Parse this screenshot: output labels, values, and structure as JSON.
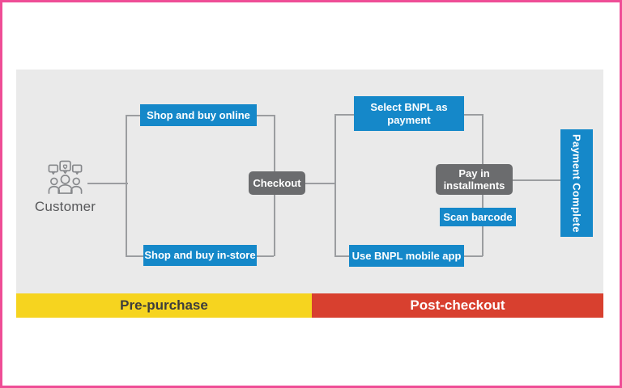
{
  "diagram": {
    "customer_label": "Customer",
    "nodes": {
      "shop_online": "Shop and buy online",
      "shop_instore": "Shop and buy in-store",
      "checkout": "Checkout",
      "select_bnpl": "Select BNPL as payment",
      "use_bnpl_app": "Use BNPL mobile app",
      "pay_installments": "Pay in installments",
      "scan_barcode": "Scan barcode",
      "payment_complete": "Payment Complete"
    },
    "phases": {
      "pre_purchase": "Pre-purchase",
      "post_checkout": "Post-checkout"
    },
    "colors": {
      "accent_blue": "#1588c9",
      "node_gray": "#6b6c6e",
      "phase_yellow": "#f6d41f",
      "phase_red": "#d8402f",
      "border_pink": "#ef4d96",
      "panel_gray": "#eaeaea",
      "connector_gray": "#9b9da0"
    }
  }
}
